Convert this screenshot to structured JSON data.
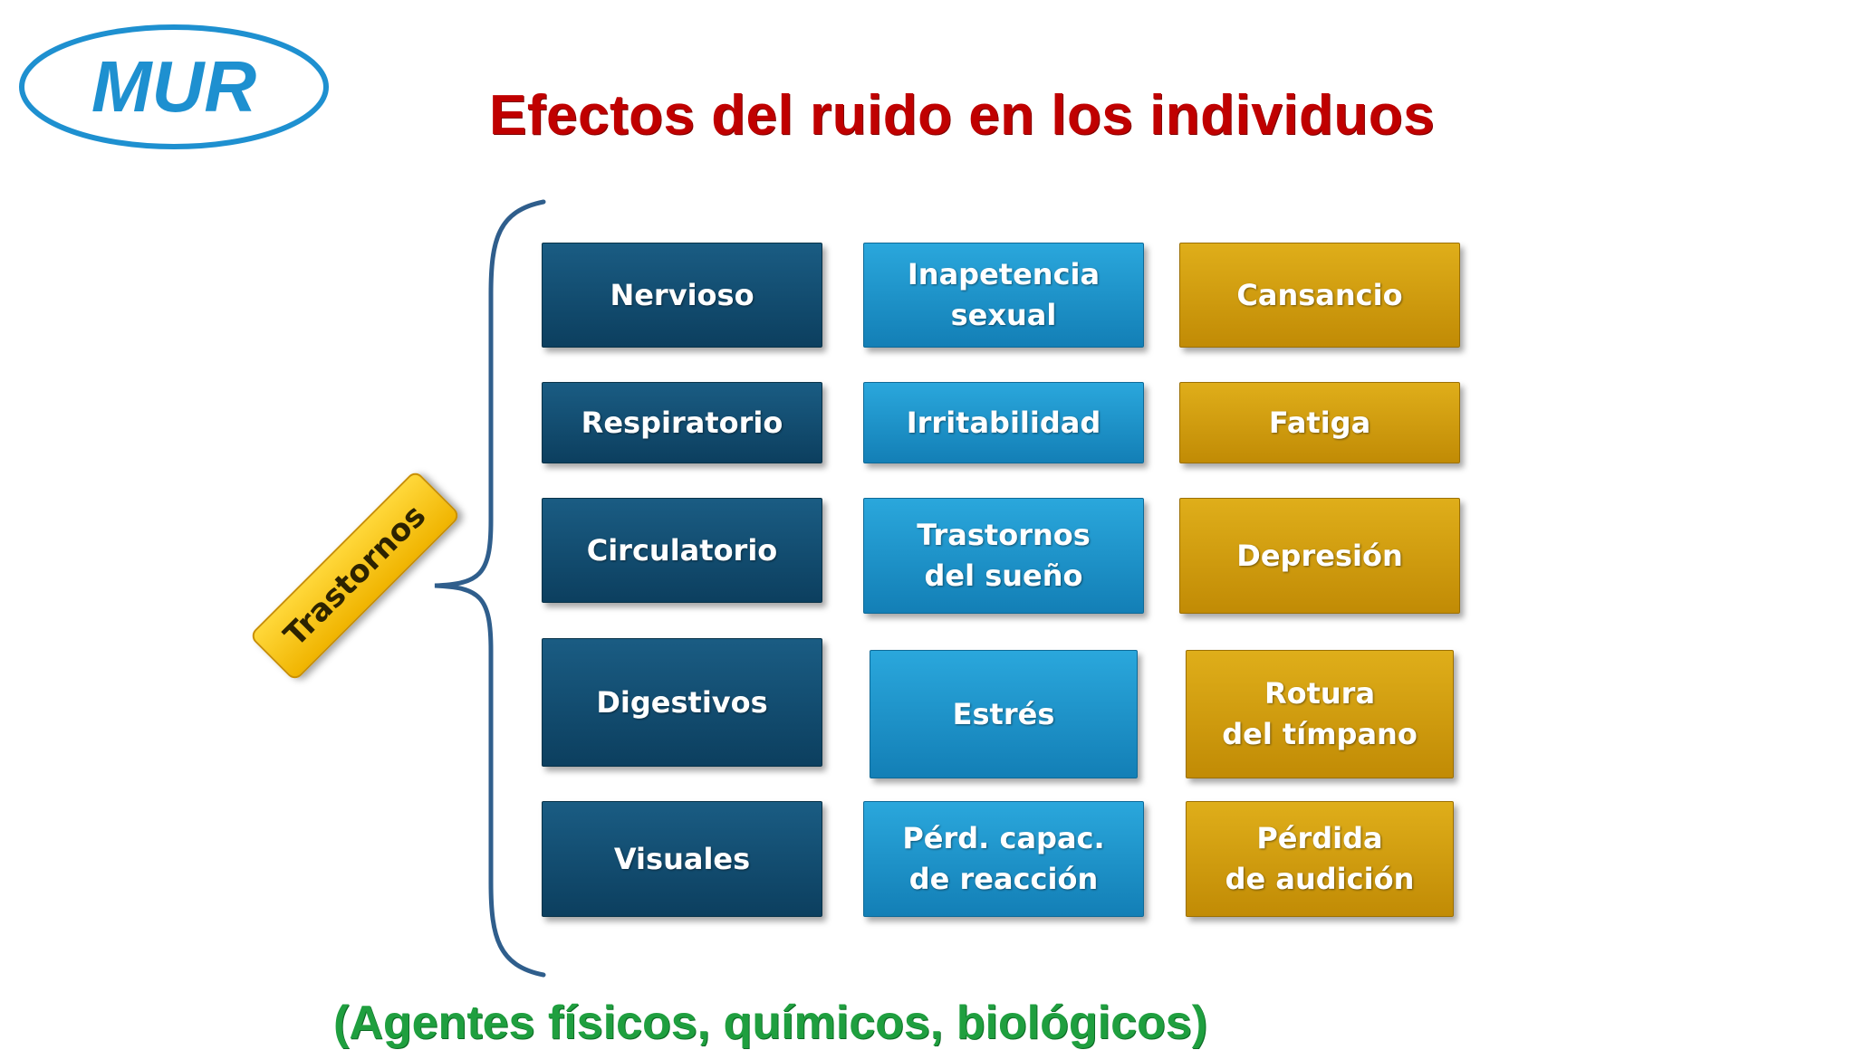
{
  "logo": {
    "text": "MUR"
  },
  "title": "Efectos del ruido en los individuos",
  "tag": "Trastornos",
  "columns": {
    "col1": [
      "Nervioso",
      "Respiratorio",
      "Circulatorio",
      "Digestivos",
      "Visuales"
    ],
    "col2": [
      "Inapetencia\nsexual",
      "Irritabilidad",
      "Trastornos\ndel sueño",
      "Estrés",
      "Pérd. capac.\nde reacción"
    ],
    "col3": [
      "Cansancio",
      "Fatiga",
      "Depresión",
      "Rotura\ndel tímpano",
      "Pérdida\nde audición"
    ]
  },
  "footer": "(Agentes físicos, químicos, biológicos)",
  "colors": {
    "title": "#c00000",
    "footer": "#1f9f3f",
    "dark_box": "#0c3f5f",
    "light_box": "#1b8fc7",
    "gold_box": "#c99512",
    "tag": "#f5c11a",
    "logo": "#1e90d0"
  }
}
